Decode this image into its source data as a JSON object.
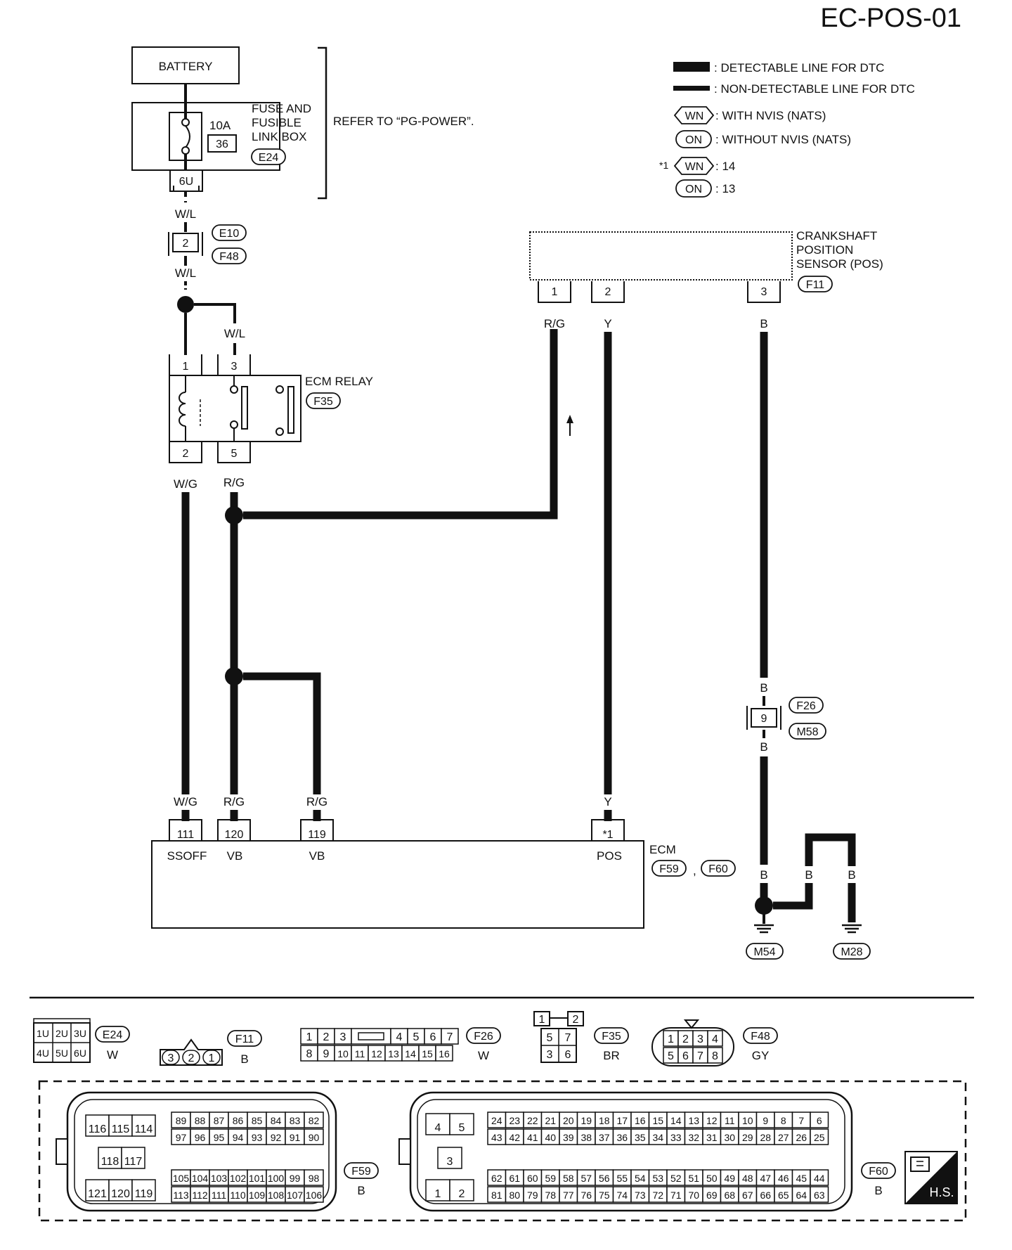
{
  "page": {
    "title": "EC-POS-01"
  },
  "legend": {
    "detectable": ": DETECTABLE LINE FOR DTC",
    "non_detectable": ": NON-DETECTABLE LINE FOR DTC",
    "wn_tag": "WN",
    "on_tag": "ON",
    "wn_text": ": WITH NVIS (NATS)",
    "on_text": ": WITHOUT NVIS (NATS)",
    "footnote_mark": "*1",
    "wn_pin": ": 14",
    "on_pin": ": 13"
  },
  "battery": {
    "label": "BATTERY"
  },
  "fuse_box": {
    "label_1": "FUSE AND",
    "label_2": "FUSIBLE",
    "label_3": "LINK BOX",
    "connector": "E24",
    "amp": "10A",
    "fuse_no": "36",
    "terminal": "6U",
    "refer": "REFER TO “PG-POWER”."
  },
  "joint_e10": {
    "pin": "2",
    "conn_top": "E10",
    "conn_bottom": "F48"
  },
  "ecm_relay": {
    "label": "ECM RELAY",
    "connector": "F35",
    "pin1": "1",
    "pin3": "3",
    "pin2": "2",
    "pin5": "5"
  },
  "pos_sensor": {
    "label_1": "CRANKSHAFT",
    "label_2": "POSITION",
    "label_3": "SENSOR (POS)",
    "connector": "F11",
    "pin1": "1",
    "pin2": "2",
    "pin3": "3"
  },
  "joint_f26": {
    "pin": "9",
    "conn_top": "F26",
    "conn_bottom": "M58"
  },
  "ecm": {
    "label": "ECM",
    "conn_a": "F59",
    "sep": ",",
    "conn_b": "F60",
    "pin111": "111",
    "pin120": "120",
    "pin119": "119",
    "pin_pos": "*1",
    "t_ssoff": "SSOFF",
    "t_vb1": "VB",
    "t_vb2": "VB",
    "t_pos": "POS"
  },
  "grounds": {
    "g1": "M54",
    "g2": "M28"
  },
  "wires": {
    "wl1": "W/L",
    "wl2": "W/L",
    "wl3": "W/L",
    "wg1": "W/G",
    "rg1": "R/G",
    "rg_pos": "R/G",
    "y_pos": "Y",
    "b_pos": "B",
    "b_f26_top": "B",
    "b_f26_bot": "B",
    "wg2": "W/G",
    "rg2": "R/G",
    "rg3": "R/G",
    "y_ecm": "Y",
    "b_g1": "B",
    "b_g2": "B",
    "b_g3": "B"
  },
  "connector_views": {
    "e24": {
      "name": "E24",
      "color": "W",
      "row1": [
        "1U",
        "2U",
        "3U"
      ],
      "row2": [
        "4U",
        "5U",
        "6U"
      ]
    },
    "f11": {
      "name": "F11",
      "color": "B",
      "pins": [
        "3",
        "2",
        "1"
      ]
    },
    "f26": {
      "name": "F26",
      "color": "W",
      "row1": [
        "1",
        "2",
        "3",
        "4",
        "5",
        "6",
        "7"
      ],
      "row2": [
        "8",
        "9",
        "10",
        "11",
        "12",
        "13",
        "14",
        "15",
        "16"
      ]
    },
    "f35": {
      "name": "F35",
      "color": "BR",
      "top": [
        "1",
        "2"
      ],
      "mid": [
        "5",
        "7"
      ],
      "bot": [
        "3",
        "6"
      ]
    },
    "f48": {
      "name": "F48",
      "color": "GY",
      "row1": [
        "1",
        "2",
        "3",
        "4"
      ],
      "row2": [
        "5",
        "6",
        "7",
        "8"
      ]
    },
    "f59": {
      "name": "F59",
      "color": "B",
      "g1": [
        "116",
        "115",
        "114"
      ],
      "g2": [
        "118",
        "117"
      ],
      "g3": [
        "121",
        "120",
        "119"
      ],
      "r1": [
        "89",
        "88",
        "87",
        "86",
        "85",
        "84",
        "83",
        "82"
      ],
      "r2": [
        "97",
        "96",
        "95",
        "94",
        "93",
        "92",
        "91",
        "90"
      ],
      "r3": [
        "105",
        "104",
        "103",
        "102",
        "101",
        "100",
        "99",
        "98"
      ],
      "r4": [
        "113",
        "112",
        "111",
        "110",
        "109",
        "108",
        "107",
        "106"
      ]
    },
    "f60": {
      "name": "F60",
      "color": "B",
      "a": [
        "4",
        "5"
      ],
      "b": [
        "3"
      ],
      "c": [
        "1",
        "2"
      ],
      "r1": [
        "24",
        "23",
        "22",
        "21",
        "20",
        "19",
        "18",
        "17",
        "16",
        "15",
        "14",
        "13",
        "12",
        "11",
        "10",
        "9",
        "8",
        "7",
        "6"
      ],
      "r2": [
        "43",
        "42",
        "41",
        "40",
        "39",
        "38",
        "37",
        "36",
        "35",
        "34",
        "33",
        "32",
        "31",
        "30",
        "29",
        "28",
        "27",
        "26",
        "25"
      ],
      "r3": [
        "62",
        "61",
        "60",
        "59",
        "58",
        "57",
        "56",
        "55",
        "54",
        "53",
        "52",
        "51",
        "50",
        "49",
        "48",
        "47",
        "46",
        "45",
        "44"
      ],
      "r4": [
        "81",
        "80",
        "79",
        "78",
        "77",
        "76",
        "75",
        "74",
        "73",
        "72",
        "71",
        "70",
        "69",
        "68",
        "67",
        "66",
        "65",
        "64",
        "63"
      ]
    },
    "hs": "H.S."
  }
}
